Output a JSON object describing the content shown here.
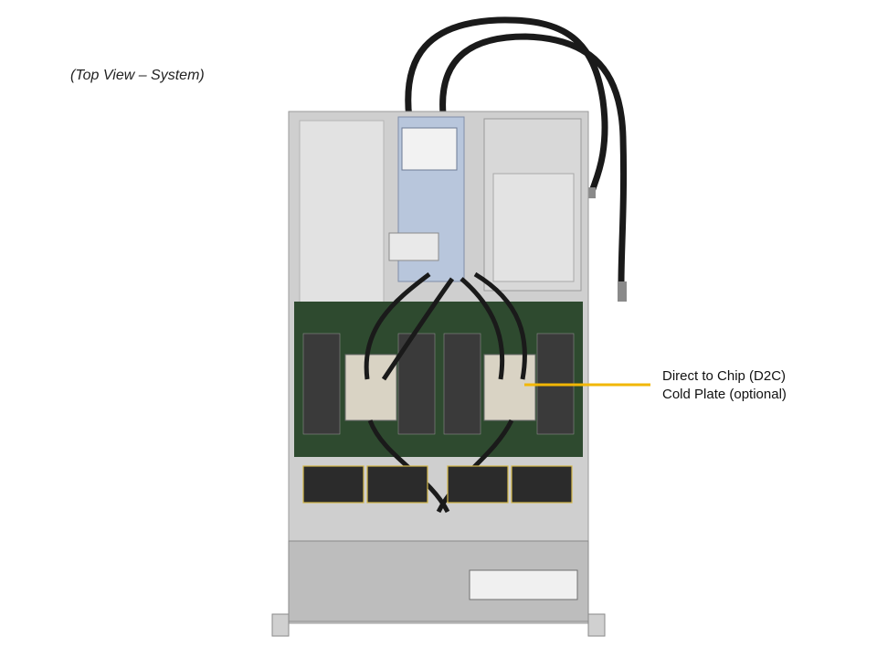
{
  "figure": {
    "view_title": "(Top View – System)",
    "callout": {
      "line1": "Direct to Chip (D2C)",
      "line2": "Cold Plate (optional)",
      "leader_color": "#F2B705"
    }
  },
  "photo": {
    "subject": "server chassis top view with liquid cooling tubes",
    "colors": {
      "chassis": "#CFCFCF",
      "board": "#2E4A2F",
      "dimm": "#3A3A3A",
      "tube": "#1A1A1A",
      "fan": "#2B2B2B",
      "front_panel": "#BDBDBD"
    }
  }
}
